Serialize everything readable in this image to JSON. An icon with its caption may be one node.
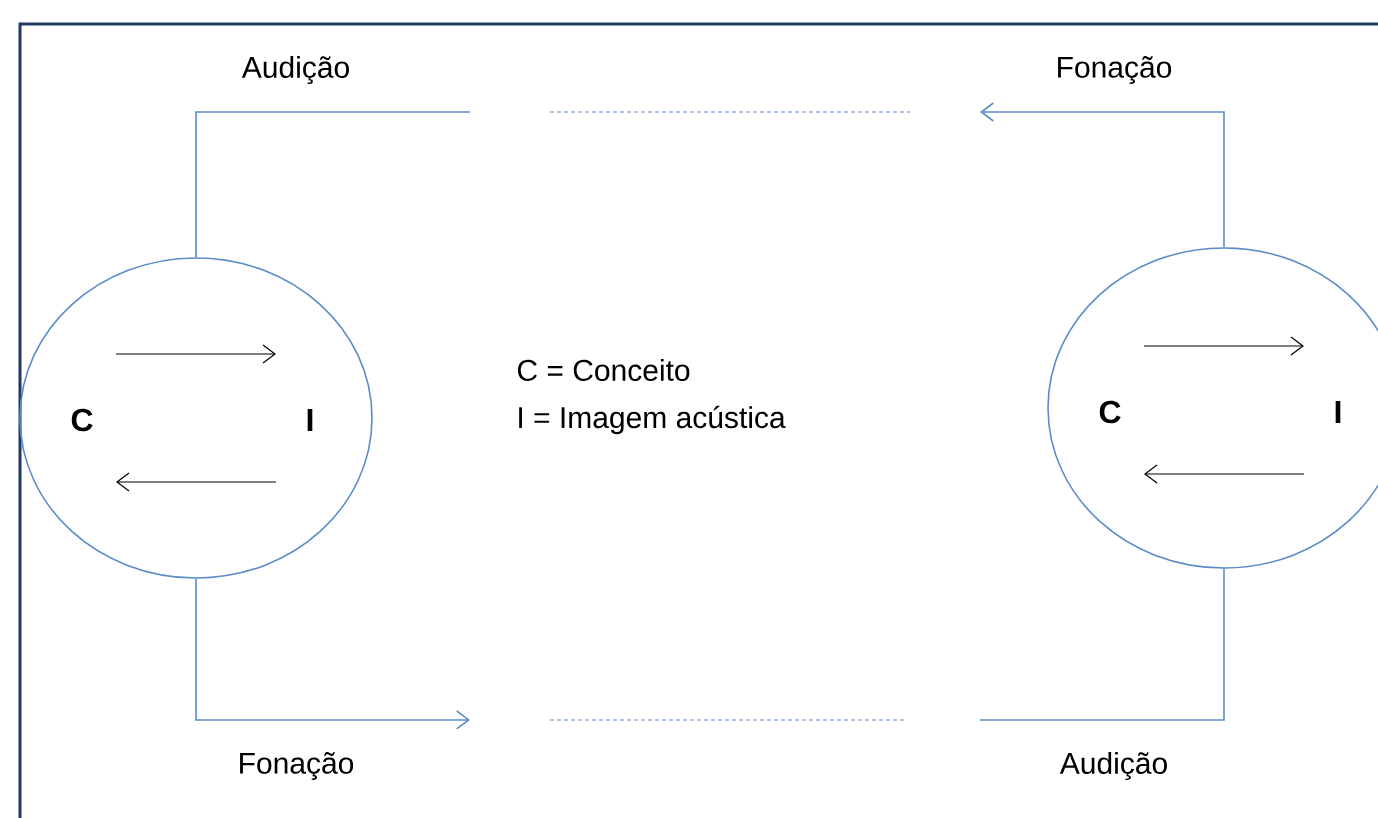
{
  "diagram": {
    "nodes": [
      {
        "text": [],
        "shape": "circle"
      },
      {
        "text": [
          "C"
        ],
        "in": 0
      },
      {
        "text": [
          "I"
        ],
        "in": 0
      },
      {
        "text": [],
        "shape": "circle"
      },
      {
        "text": [
          "C"
        ],
        "in": 3
      },
      {
        "text": [
          "I"
        ],
        "in": 3
      }
    ],
    "edges": [
      {
        "from": 1,
        "to": 2,
        "arrow": "to"
      },
      {
        "from": 2,
        "to": 1,
        "arrow": "to"
      },
      {
        "from": 4,
        "to": 5,
        "arrow": "to"
      },
      {
        "from": 5,
        "to": 4,
        "arrow": "to"
      },
      {
        "from": 0,
        "to": null,
        "arrow": "none",
        "label": "Audição",
        "color": "#5b8cc8"
      },
      {
        "from": 3,
        "to": null,
        "arrow": "to",
        "label": "Fonação",
        "color": "#5b8cc8"
      },
      {
        "from": 0,
        "to": null,
        "arrow": "to",
        "label": "Fonação",
        "color": "#5b8cc8"
      },
      {
        "from": 3,
        "to": null,
        "arrow": "none",
        "label": "Audição",
        "color": "#5b8cc8"
      }
    ],
    "labels": [
      "C = Conceito",
      "I = Imagem acústica"
    ]
  }
}
